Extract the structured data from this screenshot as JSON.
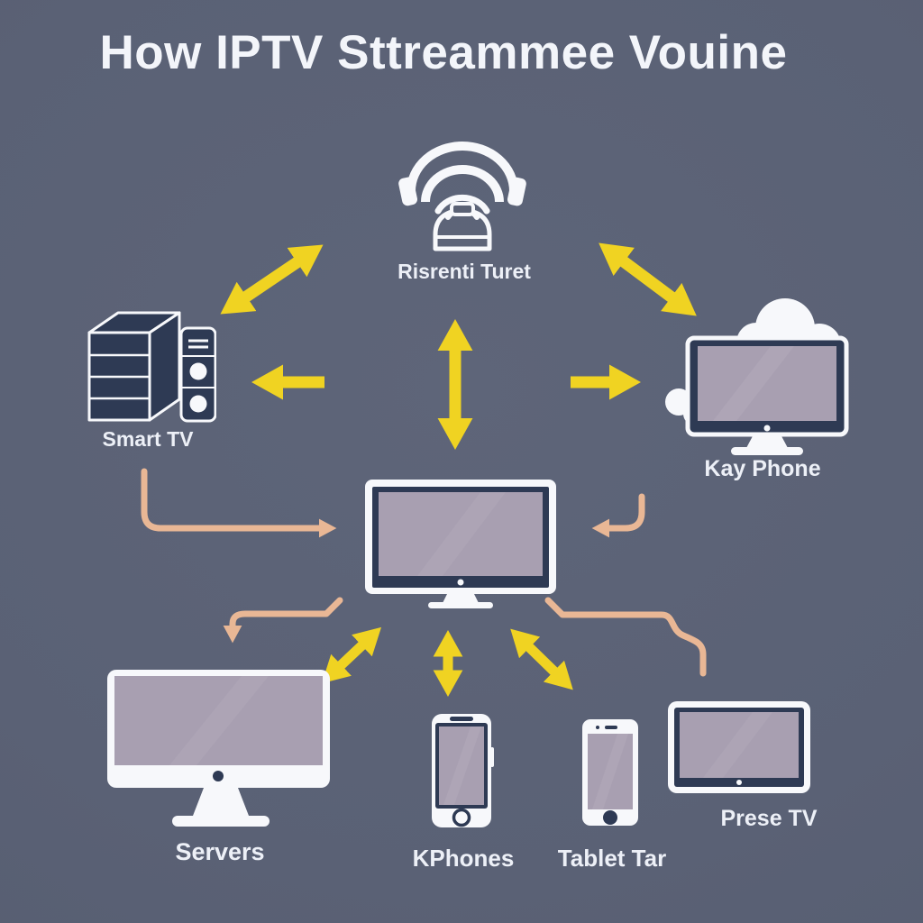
{
  "title": "How IPTV Sttreammee Vouine",
  "colors": {
    "background": "#5a6174",
    "device_navy": "#2e3a54",
    "screen_mauve": "#a89fb1",
    "device_white": "#f7f8fb",
    "arrow_yellow": "#f0d322",
    "arrow_salmon": "#e9b795",
    "label_text": "#edf0f7"
  },
  "nodes": {
    "source": {
      "label": "Risrenti Turet",
      "icon": "headphones-receiver-icon"
    },
    "server_tower": {
      "label": "Smart TV",
      "icon": "server-tower-icon"
    },
    "cloud_monitor": {
      "label": "Kay Phone",
      "icon": "cloud-monitor-icon"
    },
    "central_tv": {
      "icon": "central-tv-icon"
    },
    "desktop_monitor": {
      "label": "Servers",
      "icon": "desktop-monitor-icon"
    },
    "phone_large": {
      "label": "KPhones",
      "icon": "smartphone-icon"
    },
    "phone_small": {
      "label": "Tablet Tar",
      "icon": "smartphone-icon"
    },
    "flat_tv": {
      "label": "Prese TV",
      "icon": "flat-tv-icon"
    }
  },
  "connections": [
    {
      "from": "server_tower",
      "to": "source",
      "style": "yellow-double-arrow"
    },
    {
      "from": "source",
      "to": "cloud_monitor",
      "style": "yellow-double-arrow"
    },
    {
      "from": "source",
      "to": "central_tv",
      "style": "yellow-double-arrow"
    },
    {
      "from": "central_tv",
      "to": "server_tower",
      "style": "yellow-arrow"
    },
    {
      "from": "central_tv",
      "to": "cloud_monitor",
      "style": "yellow-arrow"
    },
    {
      "from": "central_tv",
      "to": "desktop_monitor",
      "style": "yellow-double-arrow"
    },
    {
      "from": "central_tv",
      "to": "phone_large",
      "style": "yellow-double-arrow"
    },
    {
      "from": "central_tv",
      "to": "phone_small",
      "style": "yellow-double-arrow"
    },
    {
      "from": "server_tower",
      "to": "central_tv",
      "style": "salmon-elbow-arrow"
    },
    {
      "from": "cloud_monitor",
      "to": "central_tv",
      "style": "salmon-elbow-arrow"
    },
    {
      "from": "central_tv",
      "to": "desktop_monitor",
      "style": "salmon-elbow-arrow"
    },
    {
      "from": "central_tv",
      "to": "flat_tv",
      "style": "salmon-elbow-line"
    }
  ]
}
